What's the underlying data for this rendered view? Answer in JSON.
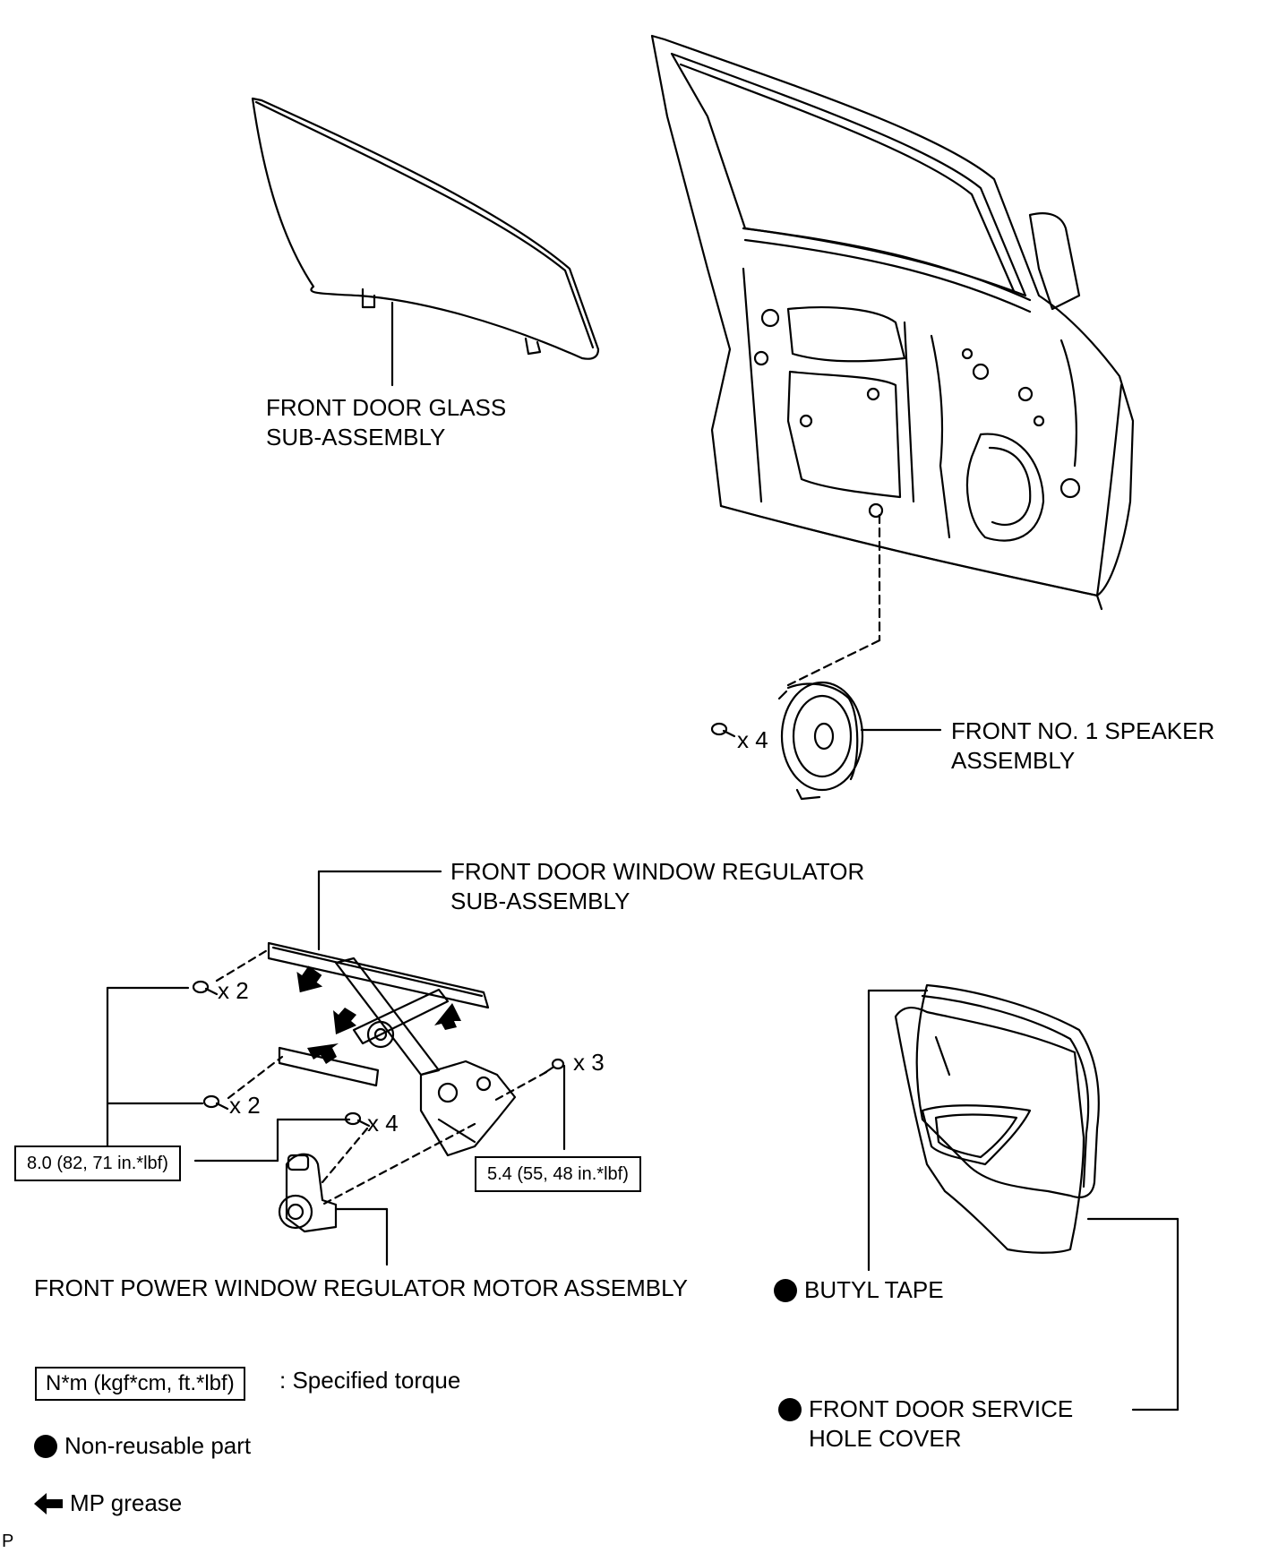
{
  "labels": {
    "front_door_glass": [
      "FRONT DOOR GLASS",
      "SUB-ASSEMBLY"
    ],
    "speaker": [
      "FRONT NO. 1 SPEAKER",
      "ASSEMBLY"
    ],
    "regulator": [
      "FRONT DOOR WINDOW REGULATOR",
      "SUB-ASSEMBLY"
    ],
    "motor": "FRONT POWER WINDOW REGULATOR MOTOR ASSEMBLY",
    "butyl_tape": "BUTYL TAPE",
    "service_cover": [
      "FRONT DOOR SERVICE",
      "HOLE COVER"
    ]
  },
  "quantities": {
    "speaker_bolts": "x 4",
    "reg_top_bolts": "x 2",
    "reg_mid_bolts": "x 2",
    "motor_bolts": "x 4",
    "right_bolts": "x 3"
  },
  "torques": {
    "left": "8.0 (82, 71 in.*lbf)",
    "right": "5.4 (55, 48 in.*lbf)"
  },
  "legend": {
    "torque_box": "N*m (kgf*cm, ft.*lbf)",
    "torque_text": ": Specified torque",
    "non_reusable": "Non-reusable part",
    "mp_grease": "MP grease"
  },
  "corner_mark": "P"
}
